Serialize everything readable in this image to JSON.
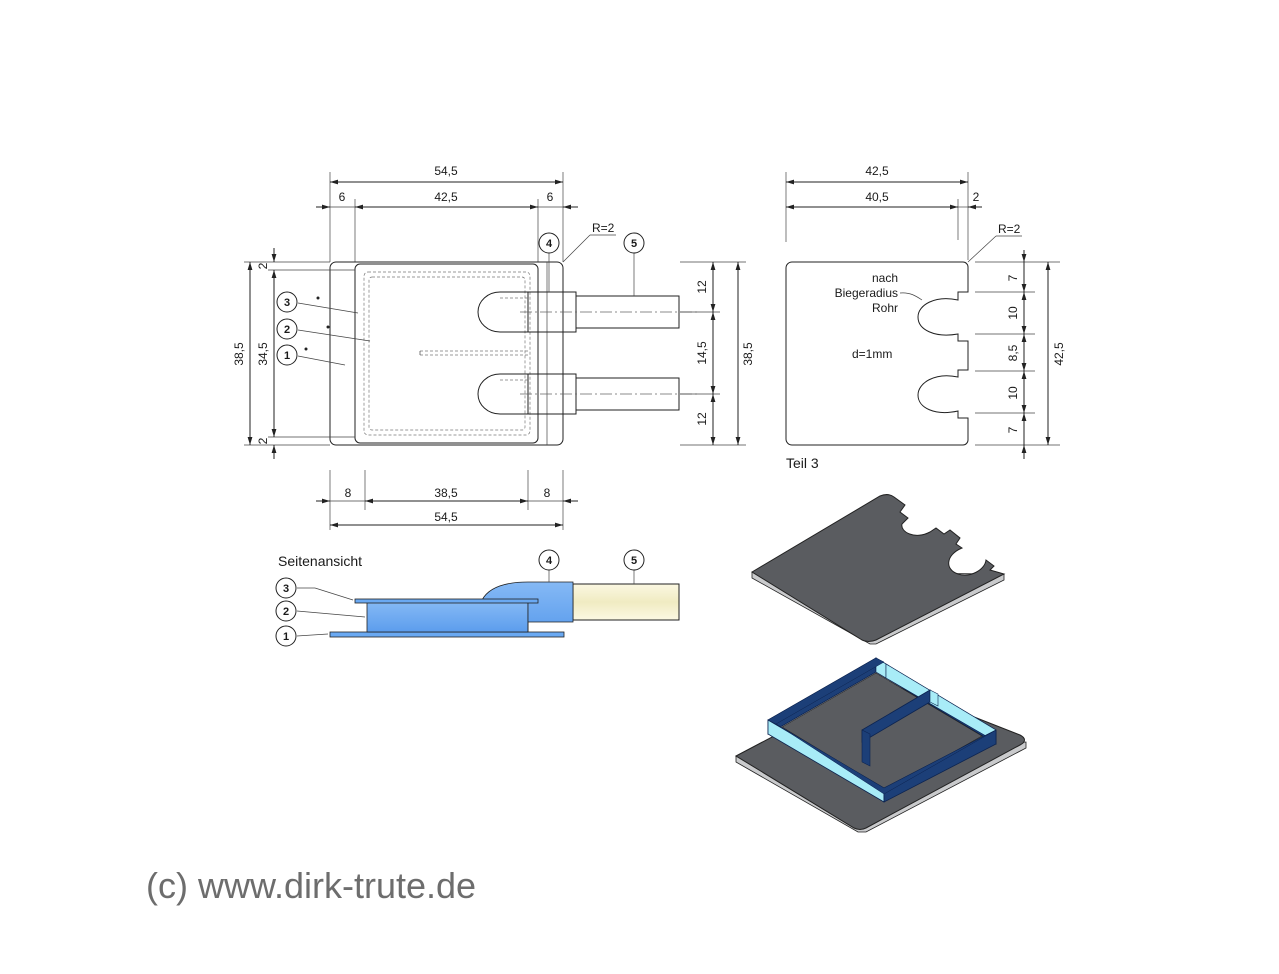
{
  "colors": {
    "background": "#ffffff",
    "line": "#222222",
    "part_blue": "#6aa9f2",
    "tube_cream": "#f4f0cc",
    "plate_grey": "#5a5c60",
    "frame_dark_blue": "#1c3f78",
    "frame_light_cyan": "#a8ecf7",
    "copyright": "#6d6d6d"
  },
  "top_view": {
    "dim_total_width": "54,5",
    "dim_left_margin": "6",
    "dim_inner_width": "42,5",
    "dim_right_margin": "6",
    "radius_label": "R=2",
    "dim_height_outer": "38,5",
    "dim_height_inner": "34,5",
    "dim_top_gap": "2",
    "dim_bottom_gap": "2",
    "dim_right_12_top": "12",
    "dim_right_14_5": "14,5",
    "dim_right_12_bottom": "12",
    "dim_right_total": "38,5",
    "dim_bottom_left": "8",
    "dim_bottom_mid": "38,5",
    "dim_bottom_right": "8",
    "dim_bottom_total": "54,5",
    "balloons": [
      "1",
      "2",
      "3",
      "4",
      "5"
    ]
  },
  "part3_view": {
    "dim_total_width": "42,5",
    "dim_inner_width": "40,5",
    "dim_edge": "2",
    "radius_label": "R=2",
    "note_line1": "nach",
    "note_line2": "Biegeradius",
    "note_line3": "Rohr",
    "thickness_label": "d=1mm",
    "dim_7_top": "7",
    "dim_10_top": "10",
    "dim_8_5": "8,5",
    "dim_10_bottom": "10",
    "dim_7_bottom": "7",
    "dim_total_height": "42,5",
    "caption": "Teil 3"
  },
  "side_view": {
    "title": "Seitenansicht",
    "balloons": [
      "1",
      "2",
      "3",
      "4",
      "5"
    ]
  },
  "copyright": "(c) www.dirk-trute.de"
}
